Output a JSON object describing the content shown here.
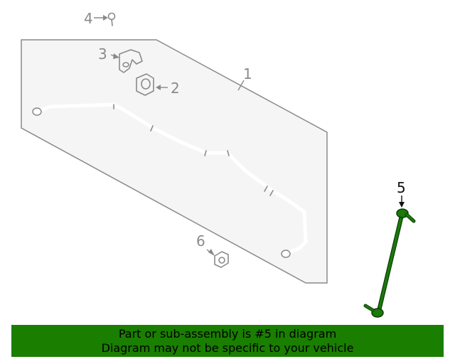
{
  "callouts": {
    "c1": "1",
    "c2": "2",
    "c3": "3",
    "c4": "4",
    "c5": "5",
    "c6": "6"
  },
  "highlight_part": "5",
  "colors": {
    "highlight_part": "#1b7a0a",
    "highlight_outline": "#0d3d06",
    "banner_background": "#1a7e00",
    "banner_text": "#000000",
    "line_art": "#8a8a8a"
  },
  "banner": {
    "line1": "Part or sub-assembly is #5 in diagram",
    "line2": "Diagram may not be specific to your vehicle"
  }
}
